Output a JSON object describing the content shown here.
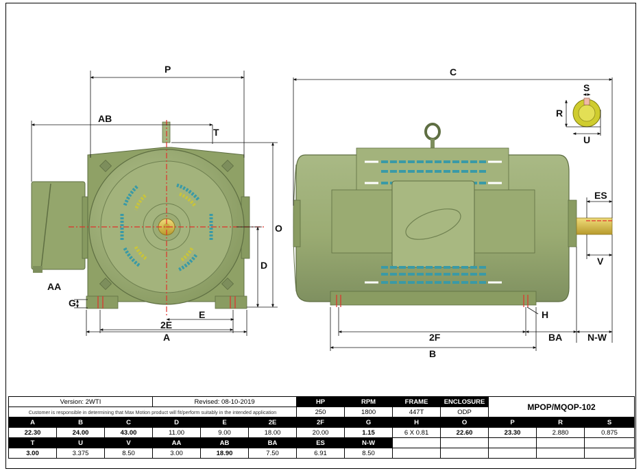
{
  "drawing": {
    "labels": {
      "P": "P",
      "AB": "AB",
      "T": "T",
      "O": "O",
      "D": "D",
      "AA": "AA",
      "G": "G",
      "E": "E",
      "2E": "2E",
      "A": "A",
      "C": "C",
      "S": "S",
      "R": "R",
      "U": "U",
      "ES": "ES",
      "V": "V",
      "H": "H",
      "2F": "2F",
      "BA": "BA",
      "N-W": "N-W",
      "B": "B"
    },
    "colors": {
      "motor_body": "#9fb07a",
      "motor_dark": "#7d8e5c",
      "shaft": "#d4b94a",
      "vent_teal": "#3a9aa6",
      "vent_yellow": "#c8c43c",
      "centerline": "#e0302a"
    }
  },
  "info": {
    "version": "Version: 2WTI",
    "revised": "Revised: 08-10-2019",
    "disclaimer": "Customer is responsible in determining that Max Motion product will fit/perform suitably in the intended application",
    "model": "MPOP/MQOP-102",
    "hp_header": "HP",
    "rpm_header": "RPM",
    "frame_header": "FRAME",
    "enclosure_header": "ENCLOSURE",
    "hp": "250",
    "rpm": "1800",
    "frame": "447T",
    "enclosure": "ODP"
  },
  "dims1": {
    "headers": [
      "A",
      "B",
      "C",
      "D",
      "E",
      "2E",
      "2F",
      "G",
      "H",
      "O",
      "P",
      "R",
      "S"
    ],
    "values": [
      "22.30",
      "24.00",
      "43.00",
      "11.00",
      "9.00",
      "18.00",
      "20.00",
      "1.15",
      "6 X 0.81",
      "22.60",
      "23.30",
      "2.880",
      "0.875"
    ]
  },
  "dims2": {
    "headers": [
      "T",
      "U",
      "V",
      "AA",
      "AB",
      "BA",
      "ES",
      "N-W"
    ],
    "values": [
      "3.00",
      "3.375",
      "8.50",
      "3.00",
      "18.90",
      "7.50",
      "6.91",
      "8.50"
    ]
  }
}
